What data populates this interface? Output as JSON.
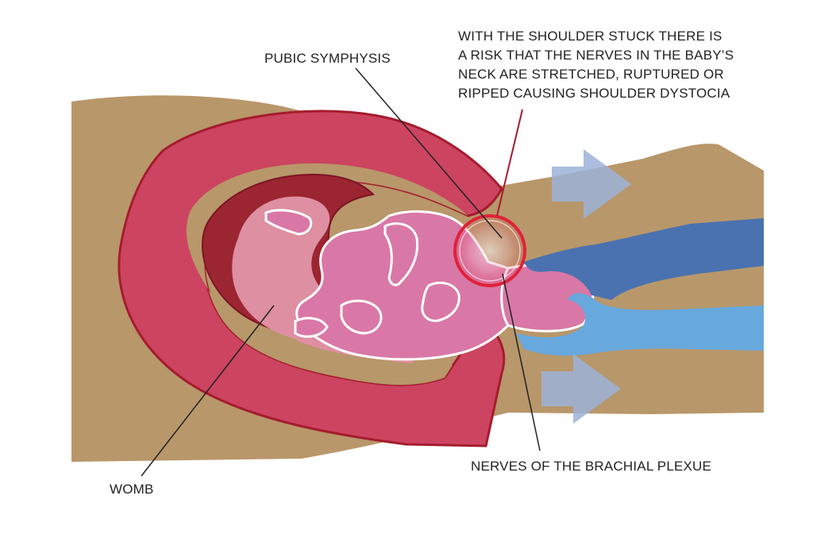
{
  "labels": {
    "pubic_symphysis": "PUBIC SYMPHYSIS",
    "shoulder_note": [
      "WITH THE SHOULDER STUCK THERE IS",
      "A RISK THAT THE NERVES IN THE BABY’S",
      "NECK ARE STRETCHED, RUPTURED OR",
      "RIPPED CAUSING SHOULDER DYSTOCIA"
    ],
    "nerves": "NERVES OF THE BRACHIAL PLEXUE",
    "womb": "WOMB"
  },
  "colors": {
    "body_tan": "#b8976a",
    "womb_outer": "#cc4460",
    "womb_outline": "#a51c2e",
    "womb_inner_dark": "#9c2532",
    "womb_cavity": "#de8fa2",
    "baby": "#d978a6",
    "hand_dark": "#4a72b0",
    "hand_light": "#67a8dd",
    "arrow": "#9cb1d8",
    "highlight_ring": "#e0213a"
  }
}
